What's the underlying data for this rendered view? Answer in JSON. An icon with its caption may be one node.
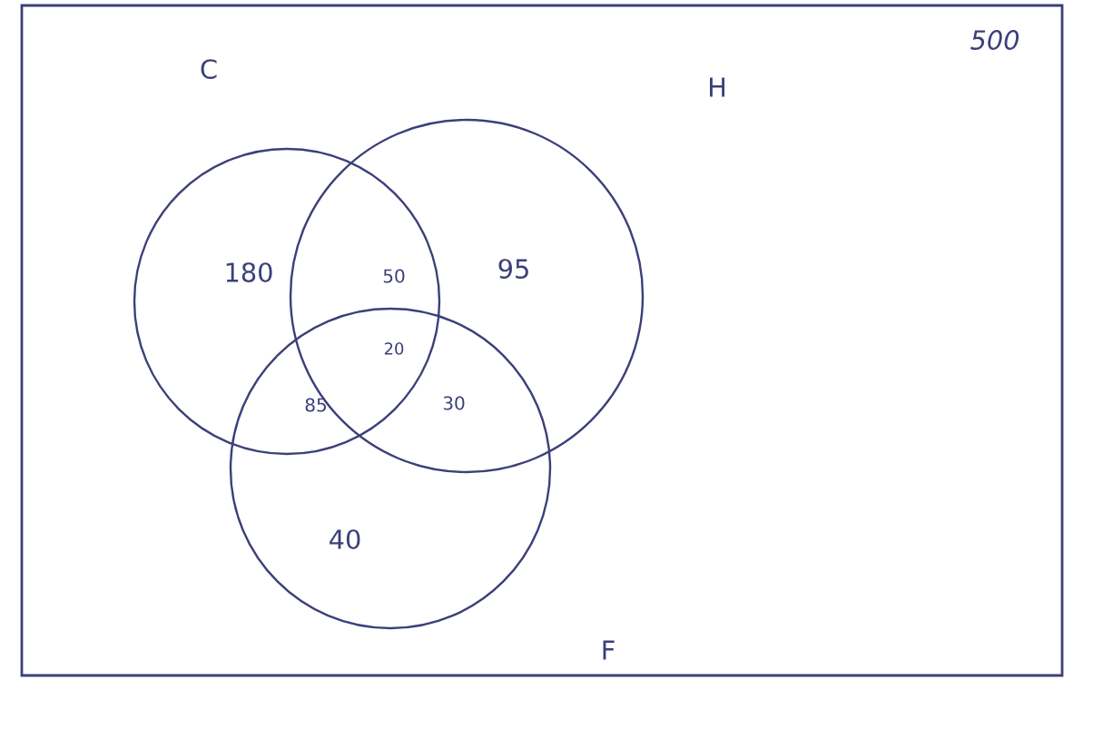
{
  "diagram": {
    "nodes": [
      {
        "text": [
          "500"
        ]
      },
      {
        "text": [],
        "shape": "circle",
        "in": 0,
        "beside": [
          "C"
        ]
      },
      {
        "text": [],
        "shape": "circle",
        "in": 0,
        "beside": [
          "H"
        ]
      },
      {
        "text": [],
        "shape": "circle",
        "in": 0,
        "beside": [
          "F"
        ]
      }
    ],
    "labels": [
      "180",
      "50",
      "95",
      "20",
      "85",
      "30",
      "40"
    ]
  }
}
